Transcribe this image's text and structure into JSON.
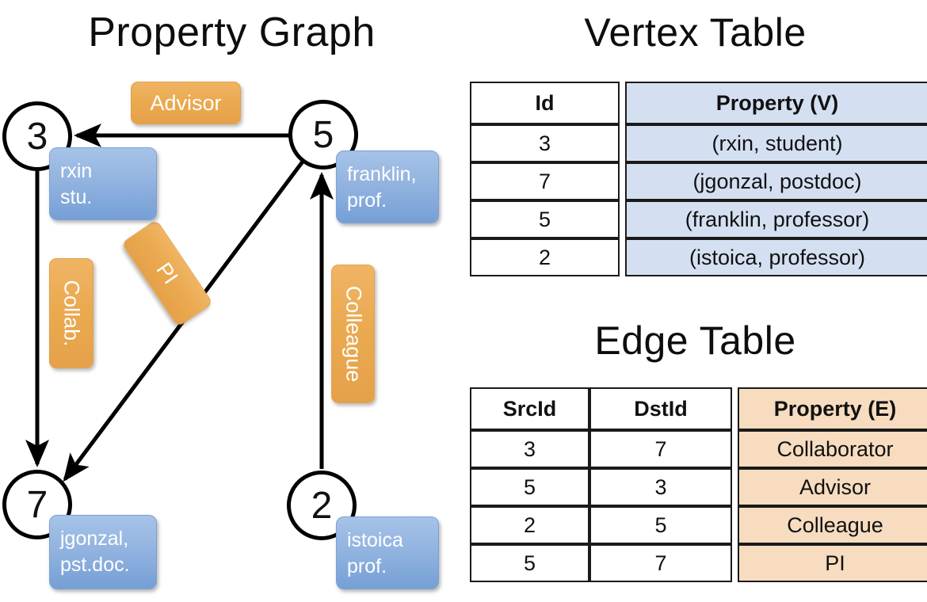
{
  "titles": {
    "graph": "Property Graph",
    "vertex_table": "Vertex Table",
    "edge_table": "Edge Table"
  },
  "colors": {
    "vertex_property_fill": "#d4e0f2",
    "edge_property_fill": "#f7dcc0",
    "node_callout_blue": "#93b4e0",
    "edge_label_orange": "#eaa94f",
    "stroke": "#000000"
  },
  "graph": {
    "nodes": [
      {
        "id": "3",
        "name": "rxin",
        "role": "stu."
      },
      {
        "id": "5",
        "name": "franklin,",
        "role": "prof."
      },
      {
        "id": "7",
        "name": "jgonzal,",
        "role": "pst.doc."
      },
      {
        "id": "2",
        "name": "istoica",
        "role": "prof."
      }
    ],
    "edge_labels": [
      {
        "key": "advisor",
        "label": "Advisor"
      },
      {
        "key": "collab",
        "label": "Collab."
      },
      {
        "key": "pi",
        "label": "PI"
      },
      {
        "key": "colleague",
        "label": "Colleague"
      }
    ]
  },
  "vertex_table": {
    "headers": [
      "Id",
      "Property (V)"
    ],
    "rows": [
      {
        "id": "3",
        "property": "(rxin, student)"
      },
      {
        "id": "7",
        "property": "(jgonzal, postdoc)"
      },
      {
        "id": "5",
        "property": "(franklin, professor)"
      },
      {
        "id": "2",
        "property": "(istoica, professor)"
      }
    ]
  },
  "edge_table": {
    "headers": [
      "SrcId",
      "DstId",
      "Property (E)"
    ],
    "rows": [
      {
        "src": "3",
        "dst": "7",
        "property": "Collaborator"
      },
      {
        "src": "5",
        "dst": "3",
        "property": "Advisor"
      },
      {
        "src": "2",
        "dst": "5",
        "property": "Colleague"
      },
      {
        "src": "5",
        "dst": "7",
        "property": "PI"
      }
    ]
  }
}
